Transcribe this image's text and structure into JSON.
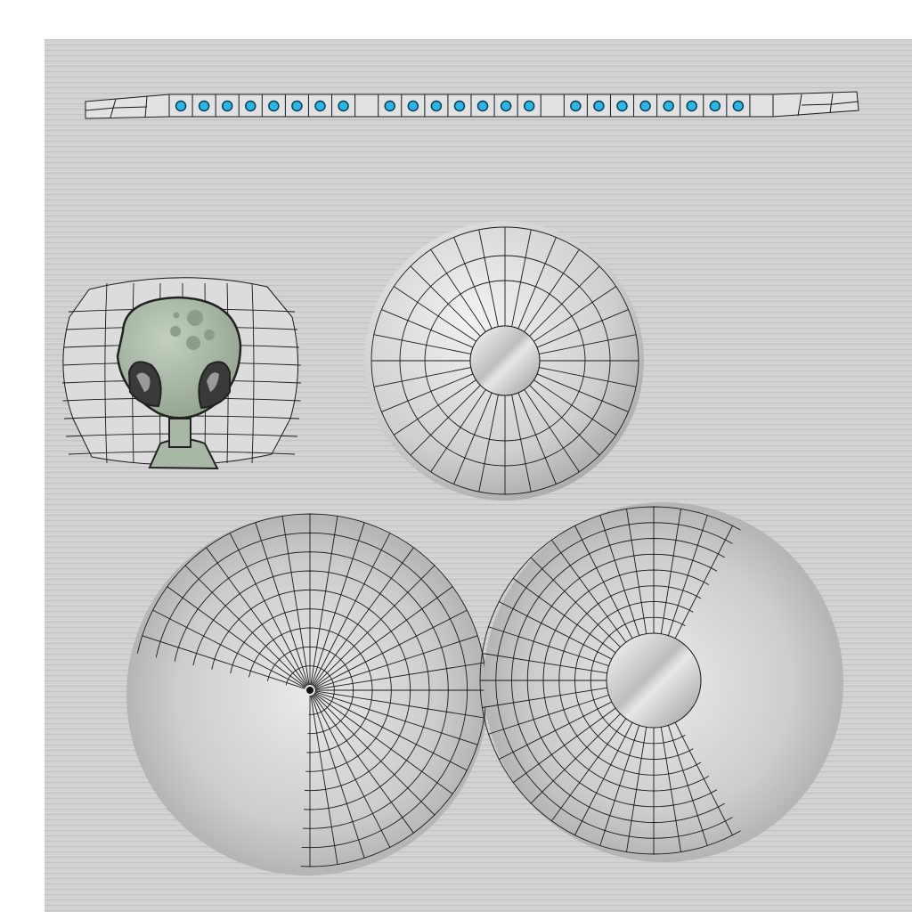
{
  "texture": {
    "kind": "uv-map",
    "background": "brushed-metal",
    "colors": {
      "page": "#ffffff",
      "metal_light": "#d6d6d6",
      "metal_dark": "#bdbdbd",
      "wire": "#1a1a1a",
      "rivet": "#29b6e8",
      "alien_skin": "#a9b8a6",
      "alien_eye": "#3a3a3a"
    },
    "islands": [
      {
        "name": "rim-strip",
        "rivet_count": 23
      },
      {
        "name": "alien-face-decal",
        "icon": "alien-icon"
      },
      {
        "name": "top-cap-disc"
      },
      {
        "name": "dome-left"
      },
      {
        "name": "dome-right"
      }
    ]
  }
}
